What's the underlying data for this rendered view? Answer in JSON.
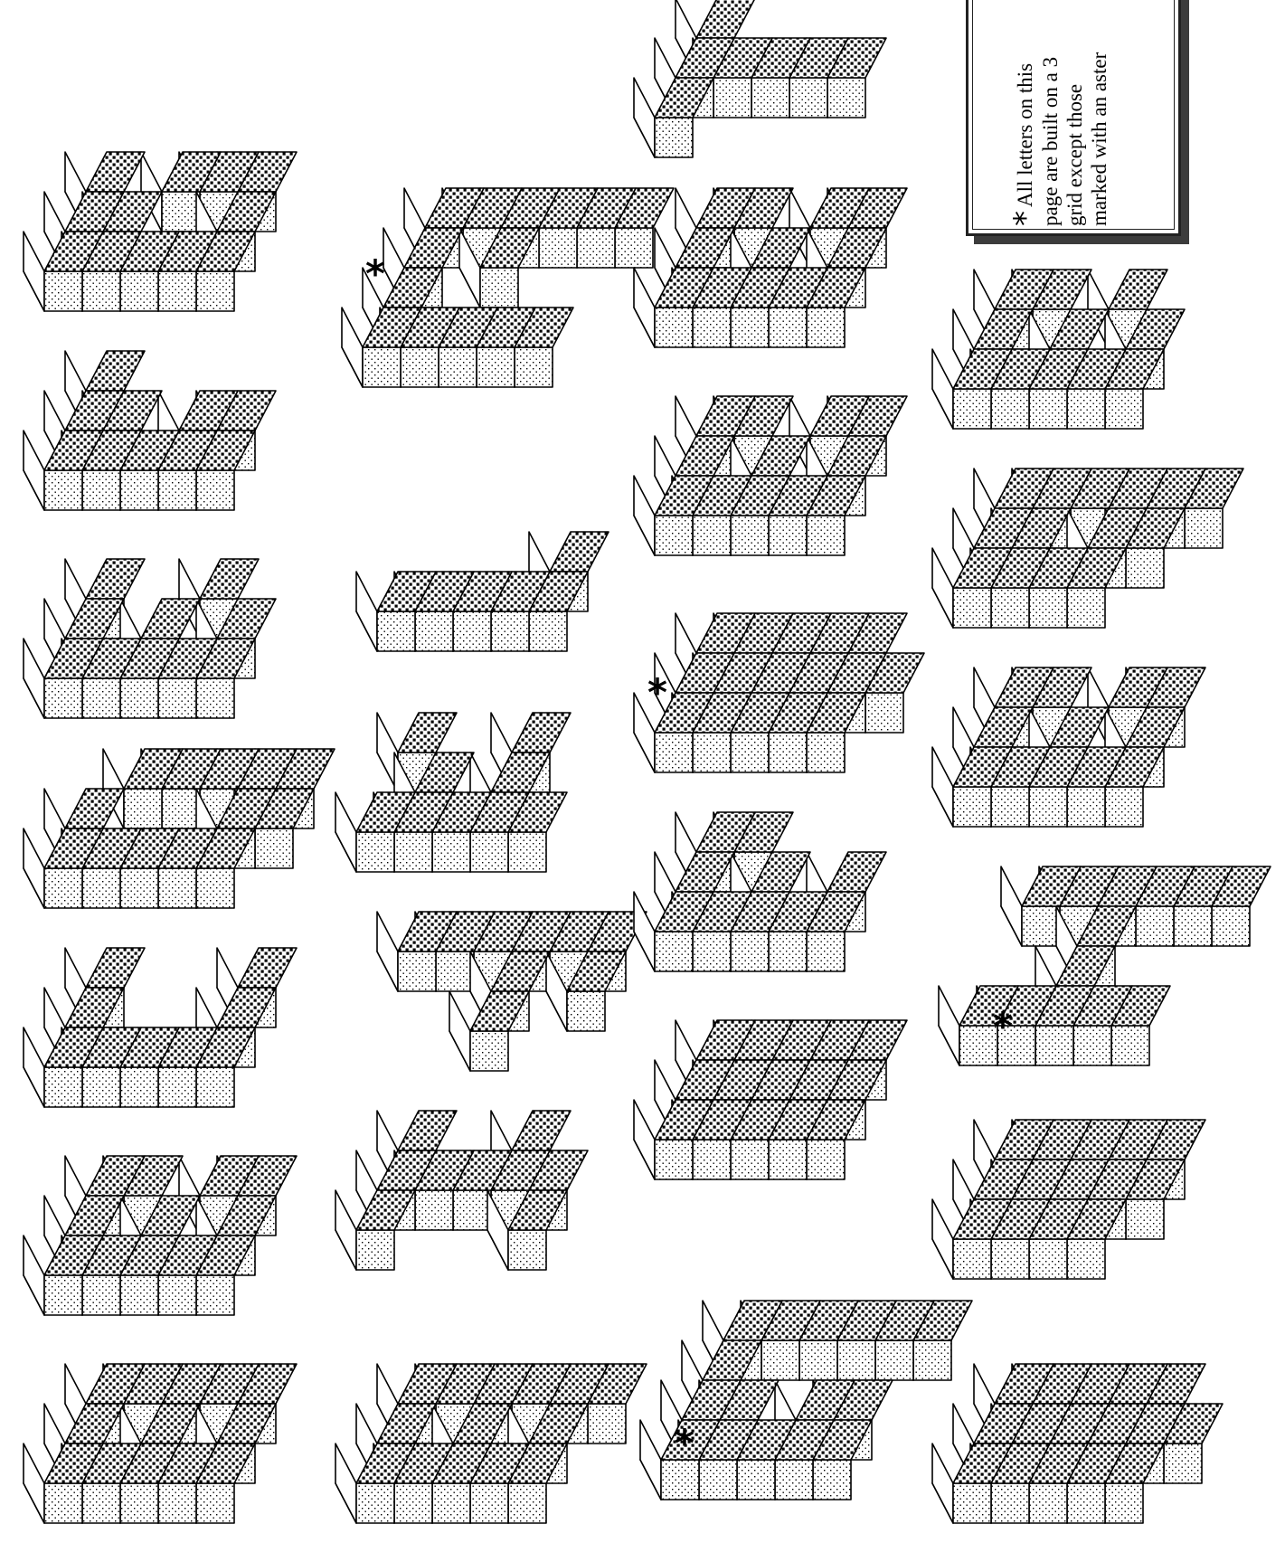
{
  "note": {
    "asterisk": "*",
    "lines": [
      "All letters on this",
      "page are built on a 3",
      "grid except those",
      "marked with an aster"
    ]
  },
  "asterisk_marks": [
    "*",
    "*",
    "*",
    "*"
  ],
  "footer_text": "",
  "colors": {
    "face_left": "#ffffff",
    "face_front": "light-dot-pattern",
    "face_top": "dark-square-pattern",
    "stroke": "#000000"
  }
}
